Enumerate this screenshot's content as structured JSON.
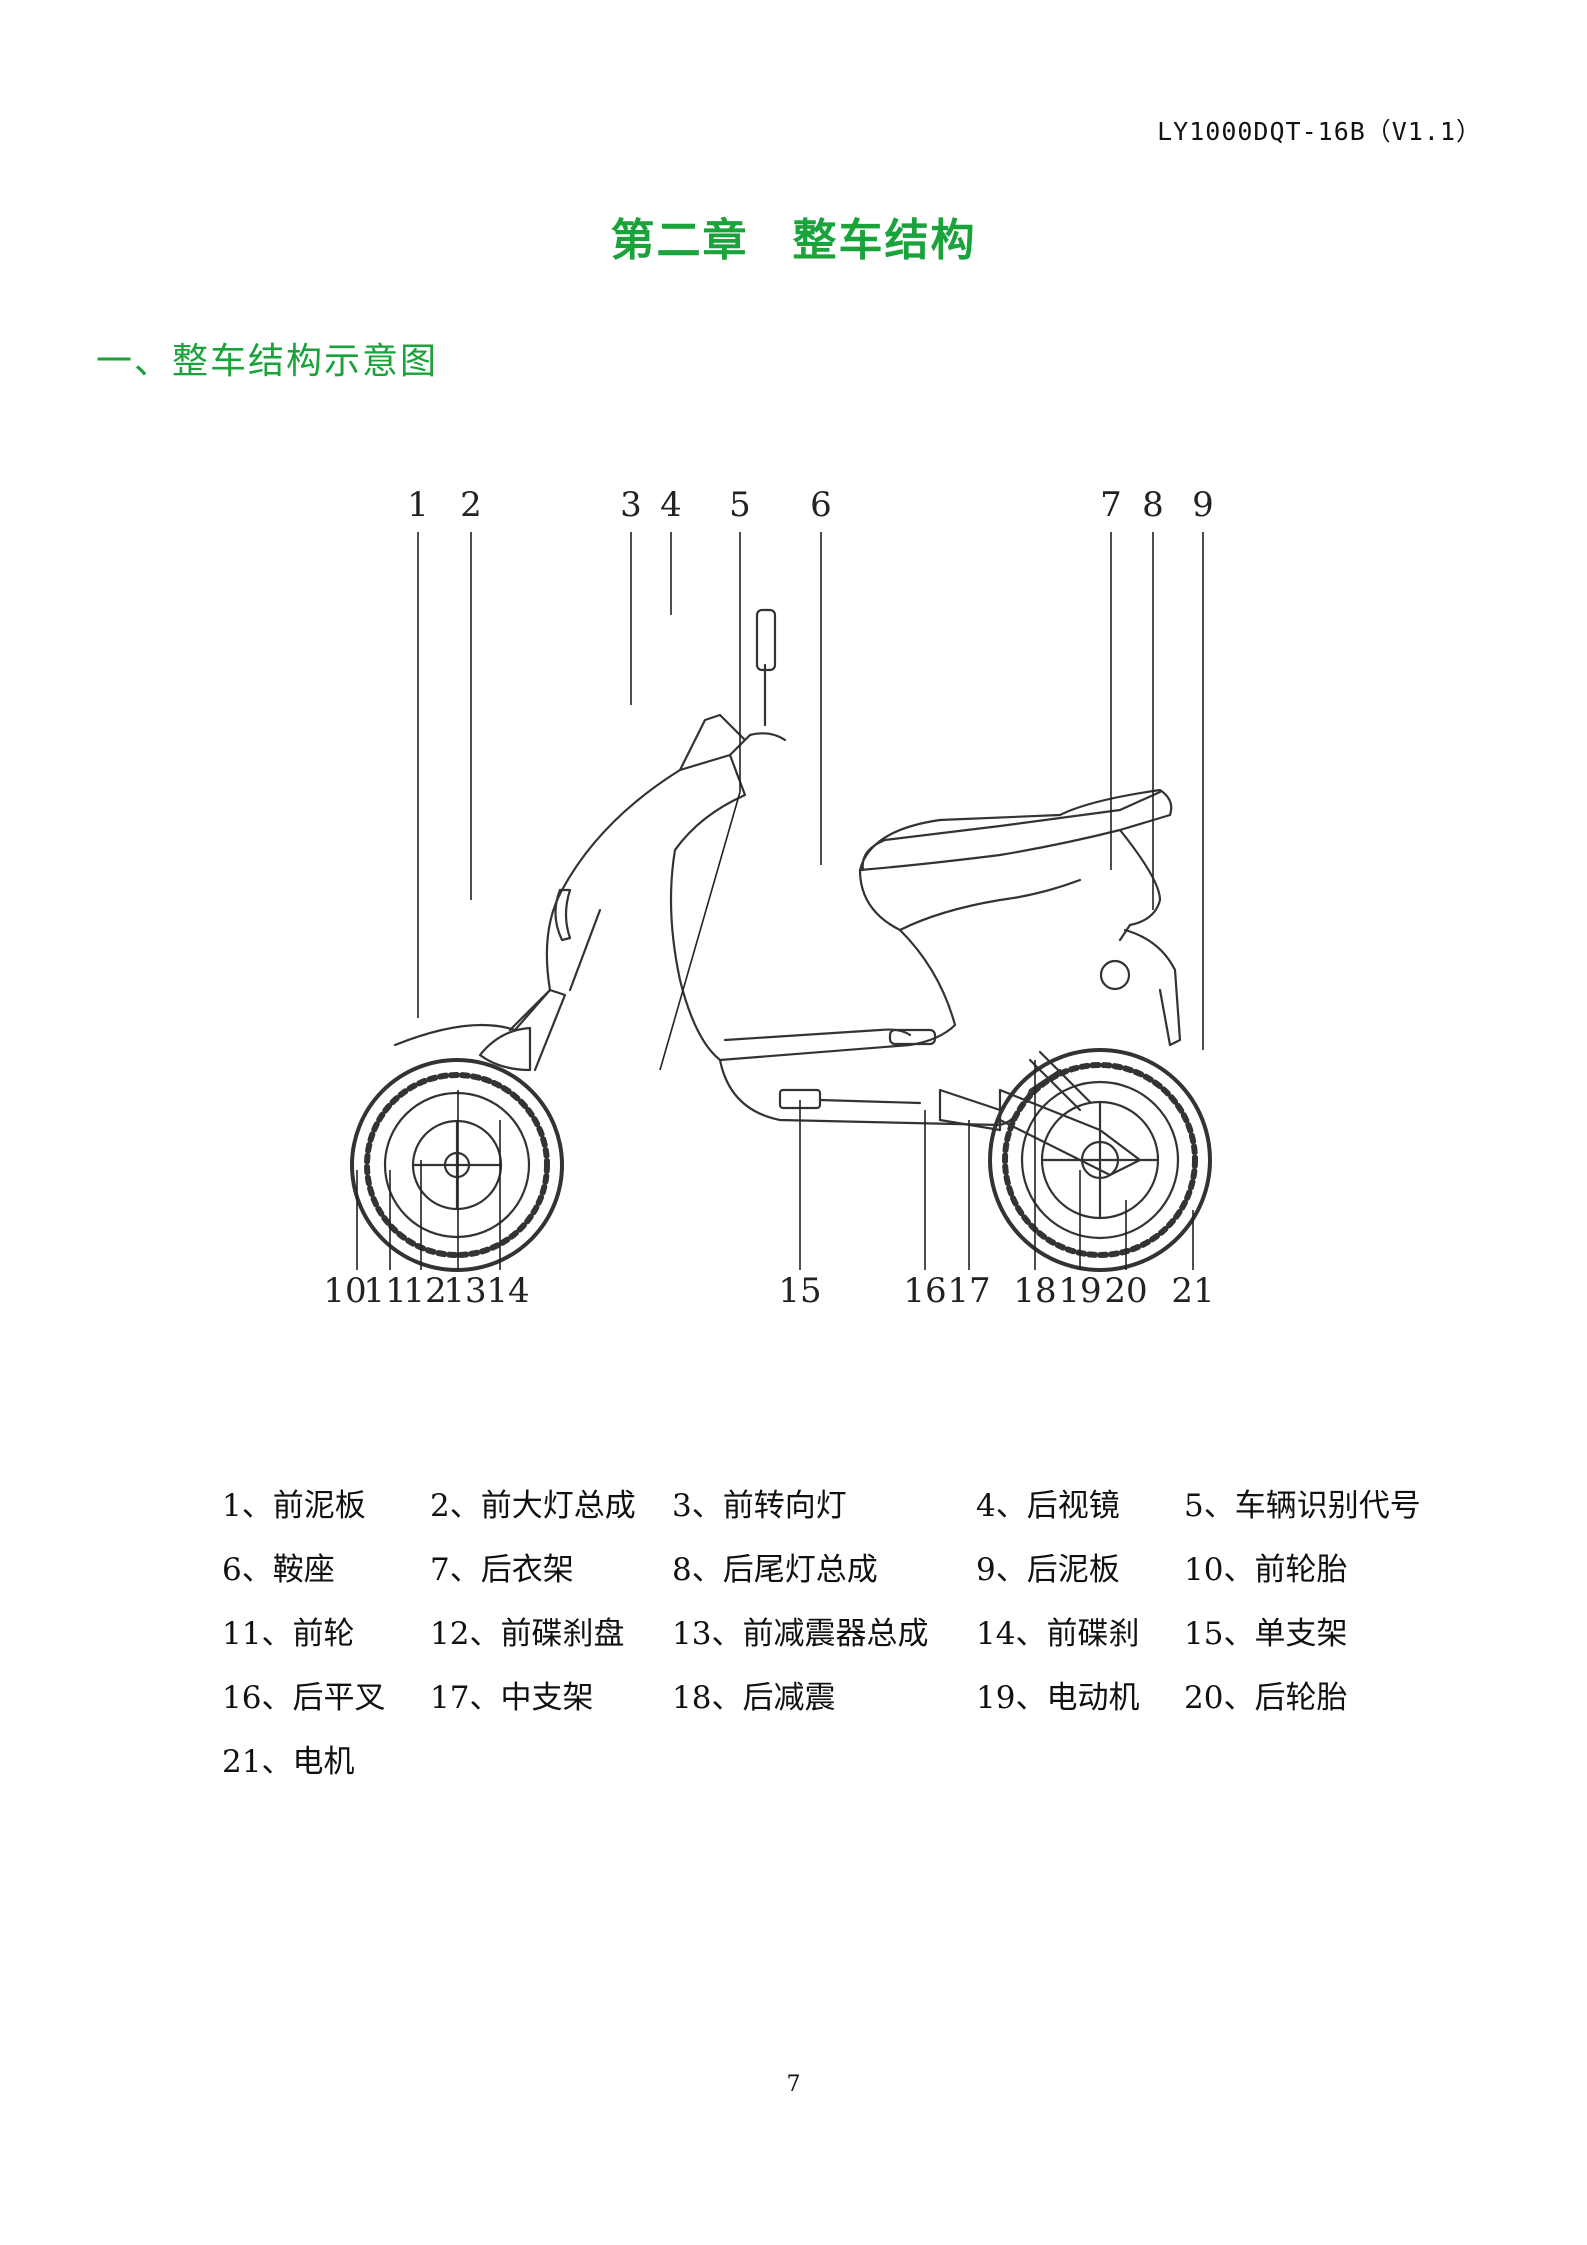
{
  "header": {
    "doc_code": "LY1000DQT-16B（V1.1）"
  },
  "chapter": {
    "number": "第二章",
    "title": "整车结构"
  },
  "section": {
    "title": "一、整车结构示意图"
  },
  "figure": {
    "callouts": [
      "1",
      "2",
      "3",
      "4",
      "5",
      "6",
      "7",
      "8",
      "9",
      "10",
      "11",
      "12",
      "13",
      "14",
      "15",
      "16",
      "17",
      "18",
      "19",
      "20",
      "21"
    ]
  },
  "parts_list": [
    [
      "1、前泥板",
      "2、前大灯总成",
      "3、前转向灯",
      "4、后视镜",
      "5、车辆识别代号"
    ],
    [
      "6、鞍座",
      "7、后衣架",
      "8、后尾灯总成",
      "9、后泥板",
      "10、前轮胎"
    ],
    [
      "11、前轮",
      "12、前碟刹盘",
      "13、前减震器总成",
      "14、前碟刹",
      "15、单支架"
    ],
    [
      "16、后平叉",
      "17、中支架",
      "18、后减震",
      "19、电动机",
      "20、后轮胎"
    ],
    [
      "21、电机"
    ]
  ],
  "footer": {
    "page_number": "7"
  }
}
